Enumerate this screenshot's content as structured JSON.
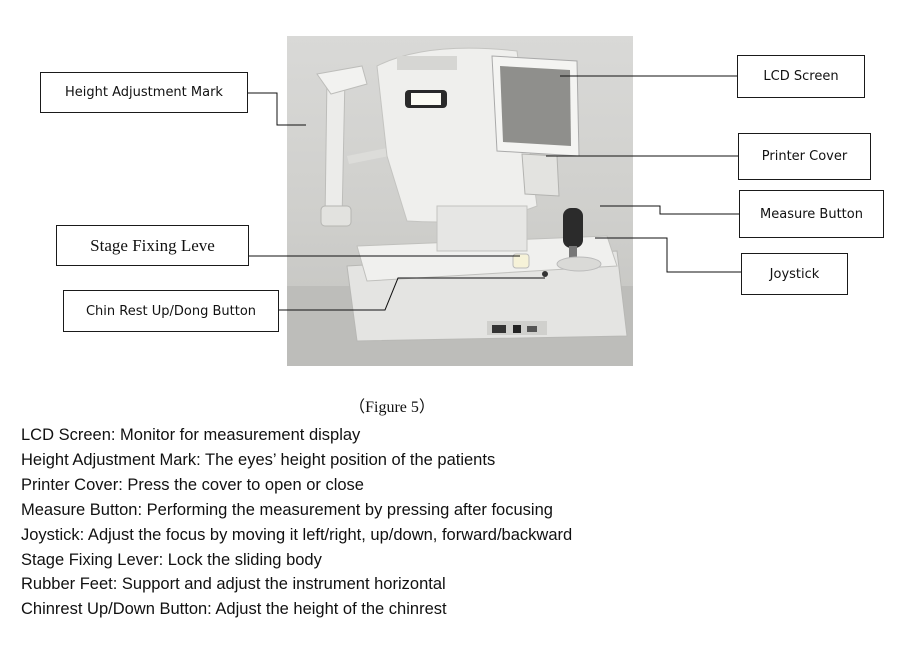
{
  "figure": {
    "labels": {
      "height_adjustment_mark": "Height Adjustment Mark",
      "lcd_screen": "LCD Screen",
      "printer_cover": "Printer Cover",
      "measure_button": "Measure Button",
      "stage_fixing_lever": "Stage Fixing Leve",
      "joystick": "Joystick",
      "chin_rest_button": "Chin Rest Up/Dong Button"
    },
    "caption": "（Figure 5）"
  },
  "descriptions": [
    "LCD Screen: Monitor for measurement display",
    "Height Adjustment Mark: The eyes’ height position of the patients",
    "Printer Cover: Press the cover to open or close",
    "Measure Button: Performing the measurement by pressing after focusing",
    "Joystick: Adjust the focus by moving it left/right, up/down, forward/backward",
    "Stage Fixing Lever: Lock the sliding body",
    "Rubber Feet: Support and adjust the instrument horizontal",
    "Chinrest Up/Down Button: Adjust the height of the chinrest"
  ],
  "colors": {
    "device_body": "#e9e9e7",
    "background": "#cfcfcc",
    "screen": "#8f8f8c"
  }
}
